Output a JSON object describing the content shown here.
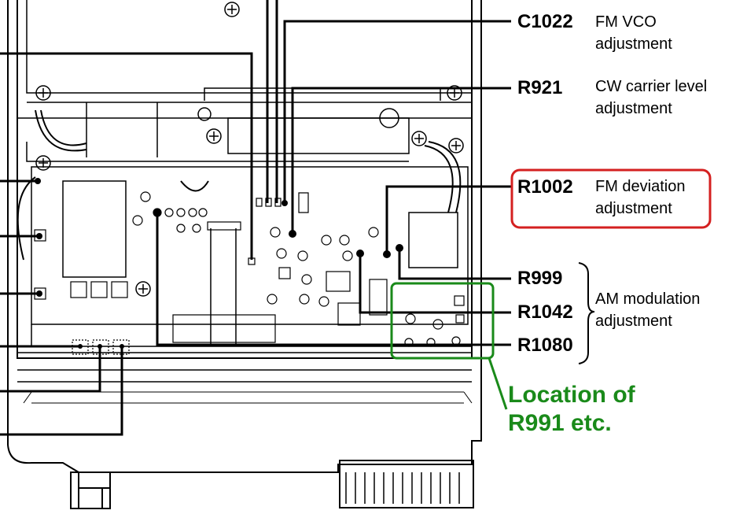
{
  "colors": {
    "line": "#000000",
    "highlight_red": "#d42020",
    "highlight_green": "#1a8a1a"
  },
  "labels": {
    "c1022": {
      "ref": "C1022",
      "desc_line1": "FM VCO",
      "desc_line2": "adjustment"
    },
    "r921": {
      "ref": "R921",
      "desc_line1": "CW carrier level",
      "desc_line2": "adjustment"
    },
    "r1002": {
      "ref": "R1002",
      "desc_line1": "FM deviation",
      "desc_line2": "adjustment"
    },
    "r999": {
      "ref": "R999"
    },
    "r1042": {
      "ref": "R1042"
    },
    "r1080": {
      "ref": "R1080"
    },
    "am_group": {
      "desc_line1": "AM modulation",
      "desc_line2": "adjustment"
    }
  },
  "location_note": {
    "line1": "Location of",
    "line2": "R991 etc."
  }
}
